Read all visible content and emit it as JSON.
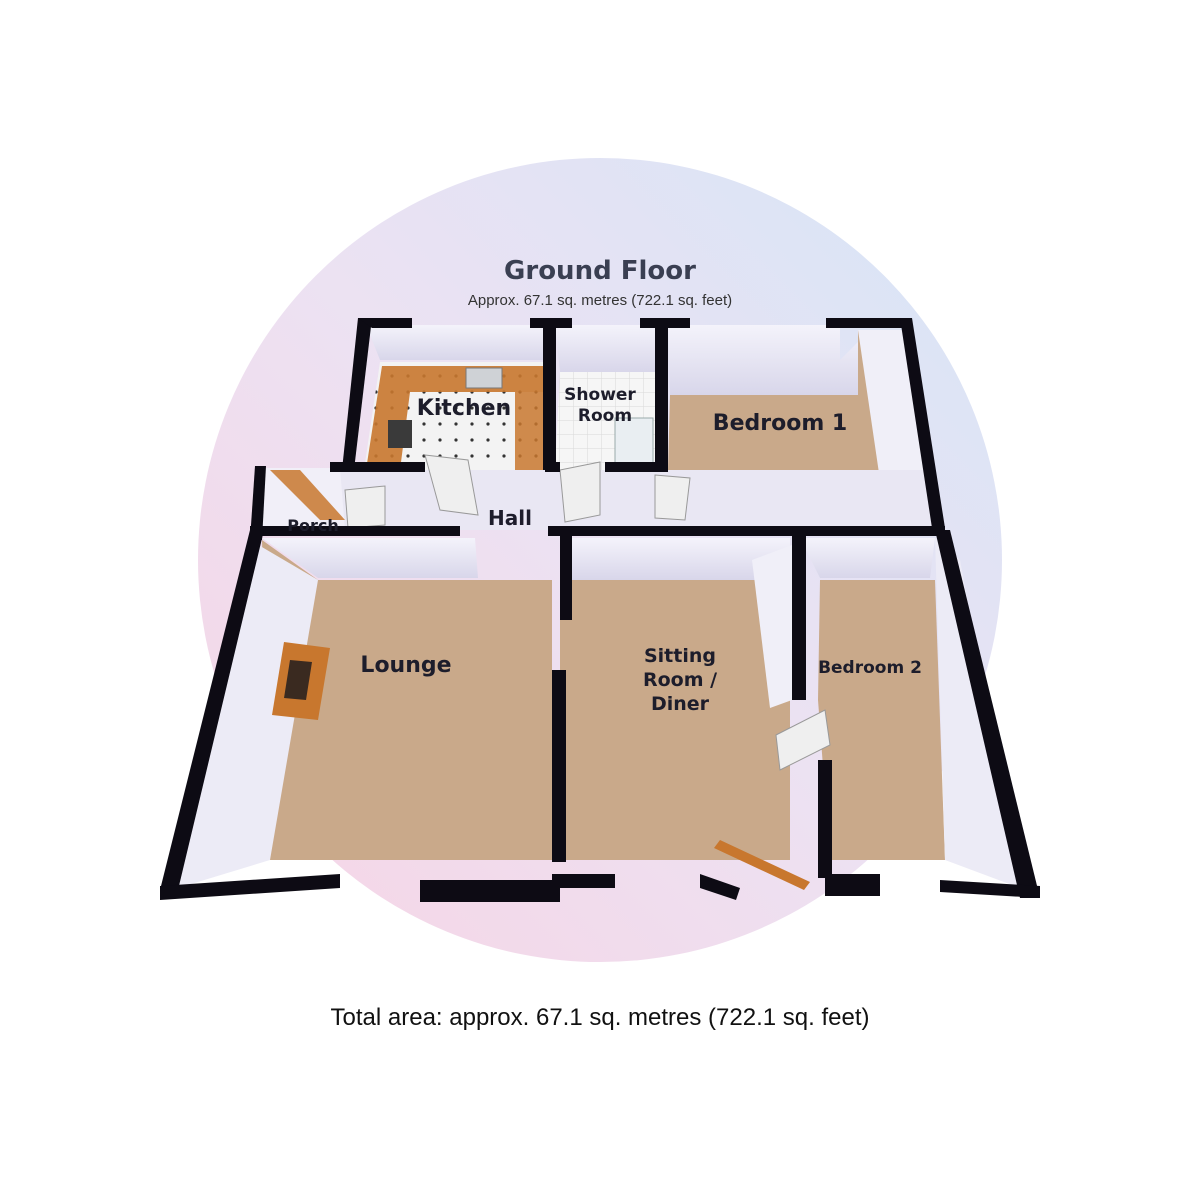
{
  "floor": {
    "title": "Ground Floor",
    "area": "Approx. 67.1 sq. metres (722.1 sq. feet)"
  },
  "rooms": {
    "kitchen": "Kitchen",
    "shower_line1": "Shower",
    "shower_line2": "Room",
    "bedroom1": "Bedroom 1",
    "porch": "Porch",
    "hall": "Hall",
    "lounge": "Lounge",
    "sitting_line1": "Sitting",
    "sitting_line2": "Room /",
    "sitting_line3": "Diner",
    "bedroom2": "Bedroom 2"
  },
  "total_area": "Total area: approx. 67.1 sq. metres (722.1 sq. feet)",
  "colors": {
    "wall": "#0d0b14",
    "carpet": "#c9a98a",
    "kitchen_floor": "#f2f2f2",
    "worktop": "#c8772e",
    "wall_face": "#e8e6f6"
  }
}
